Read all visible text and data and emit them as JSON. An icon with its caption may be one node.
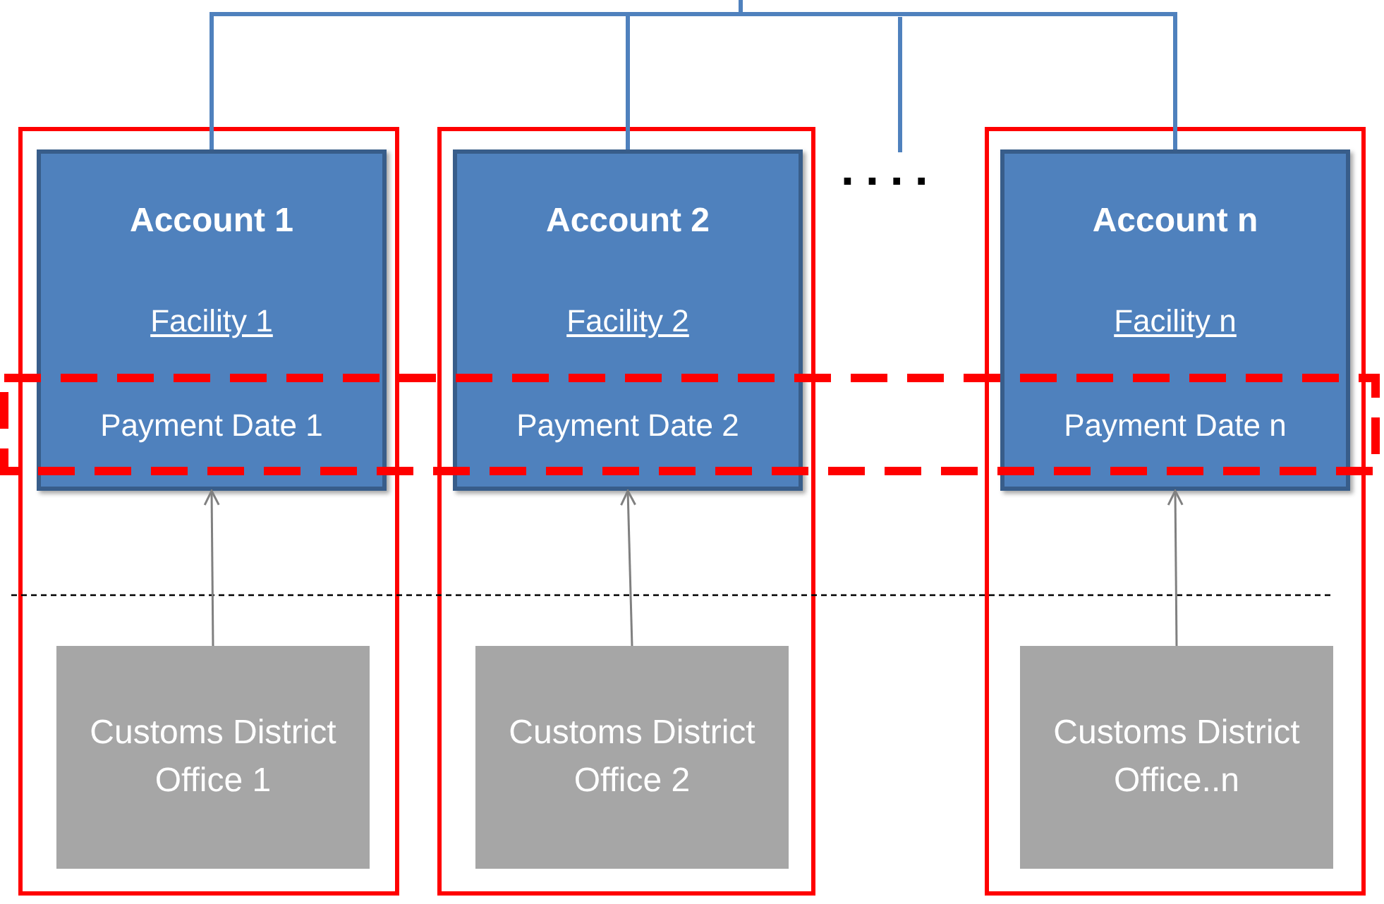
{
  "diagram": {
    "nodes": [
      {
        "text": [],
        "shape": "box"
      },
      {
        "text": [
          "Account 1",
          "Facility 1",
          "Payment Date 1"
        ],
        "in": 0
      },
      {
        "text": [
          "Customs District Office 1"
        ],
        "in": 0
      },
      {
        "text": [],
        "shape": "box"
      },
      {
        "text": [
          "Account 2",
          "Facility 2",
          "Payment Date 2"
        ],
        "in": 3
      },
      {
        "text": [
          "Customs District Office 2"
        ],
        "in": 3
      },
      {
        "text": [],
        "shape": "box"
      },
      {
        "text": [
          "Account n",
          "Facility n",
          "Payment Date n"
        ],
        "in": 6
      },
      {
        "text": [
          "Customs District Office..n"
        ],
        "in": 6
      }
    ],
    "edges": [
      {
        "from": 1,
        "to": null,
        "arrow": "none",
        "style": "thick",
        "color": "#4f81bd"
      },
      {
        "from": 4,
        "to": null,
        "arrow": "none",
        "style": "thick",
        "color": "#4f81bd"
      },
      {
        "from": 7,
        "to": null,
        "arrow": "none",
        "style": "thick",
        "color": "#4f81bd"
      },
      {
        "from": 2,
        "to": 1,
        "arrow": "to"
      },
      {
        "from": 5,
        "to": 4,
        "arrow": "to"
      },
      {
        "from": 8,
        "to": 7,
        "arrow": "to"
      }
    ],
    "labels": [
      "...."
    ]
  }
}
